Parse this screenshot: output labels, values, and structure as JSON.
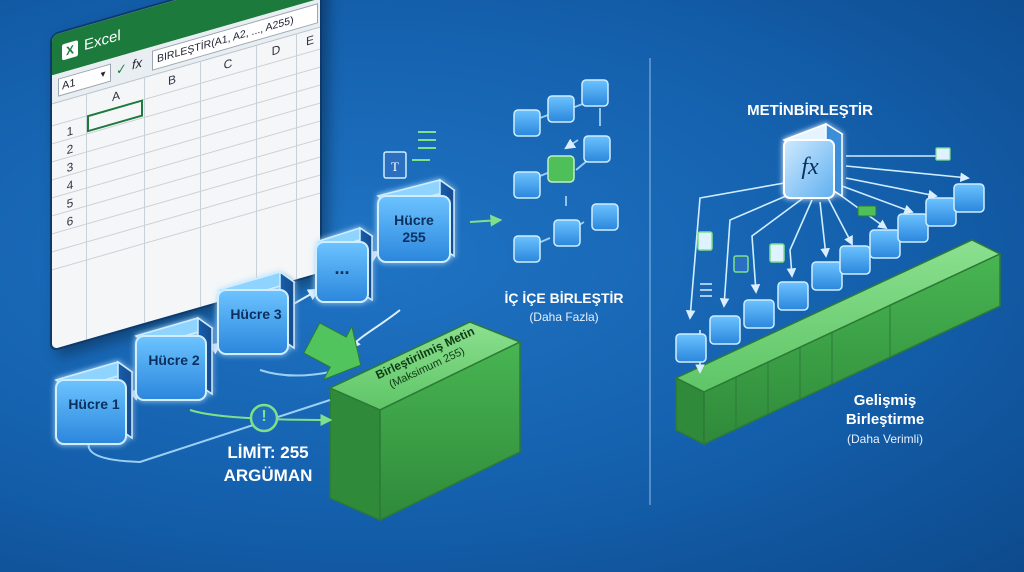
{
  "excel": {
    "app_name": "Excel",
    "name_box": "A1",
    "fx": "fx",
    "check": "✓",
    "formula": "BIRLEŞTİR(A1, A2, ..., A255)",
    "columns": [
      "A",
      "B",
      "C",
      "D",
      "E"
    ],
    "rows": [
      "1",
      "2",
      "3",
      "4",
      "5",
      "6"
    ]
  },
  "left_section": {
    "cells": [
      {
        "label": "Hücre 1"
      },
      {
        "label": "Hücre 2"
      },
      {
        "label": "Hücre 3"
      },
      {
        "label": "..."
      },
      {
        "label": "Hücre 255"
      }
    ],
    "result_title": "Birleştirilmiş Metin",
    "result_sub": "(Maksimum 255)",
    "limit_line1": "LİMİT: 255",
    "limit_line2": "ARGÜMAN",
    "warning": "!"
  },
  "nested_section": {
    "title": "İÇ İÇE BİRLEŞTİR",
    "subtitle": "(Daha Fazla)"
  },
  "right_section": {
    "title": "METİNBİRLEŞTİR",
    "fx": "fx",
    "label_line1": "Gelişmiş",
    "label_line2": "Birleştirme",
    "subtitle": "(Daha Verimli)"
  },
  "colors": {
    "cell_blue": "#3aa0ef",
    "block_green": "#46b553",
    "arrow_green": "#7fe08a",
    "excel_green": "#1d7a3d"
  }
}
